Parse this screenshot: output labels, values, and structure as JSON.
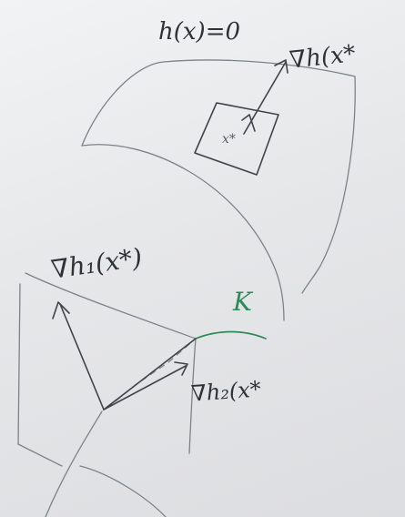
{
  "labels": {
    "constraint_eq": "h(x)=0",
    "grad_h": "∇h(x*",
    "point": "x*",
    "grad_h1": "∇h₁(x*)",
    "set_k": "K",
    "grad_h2": "∇h₂(x*"
  },
  "colors": {
    "ink": "#3f434a",
    "green": "#2a8a58"
  }
}
